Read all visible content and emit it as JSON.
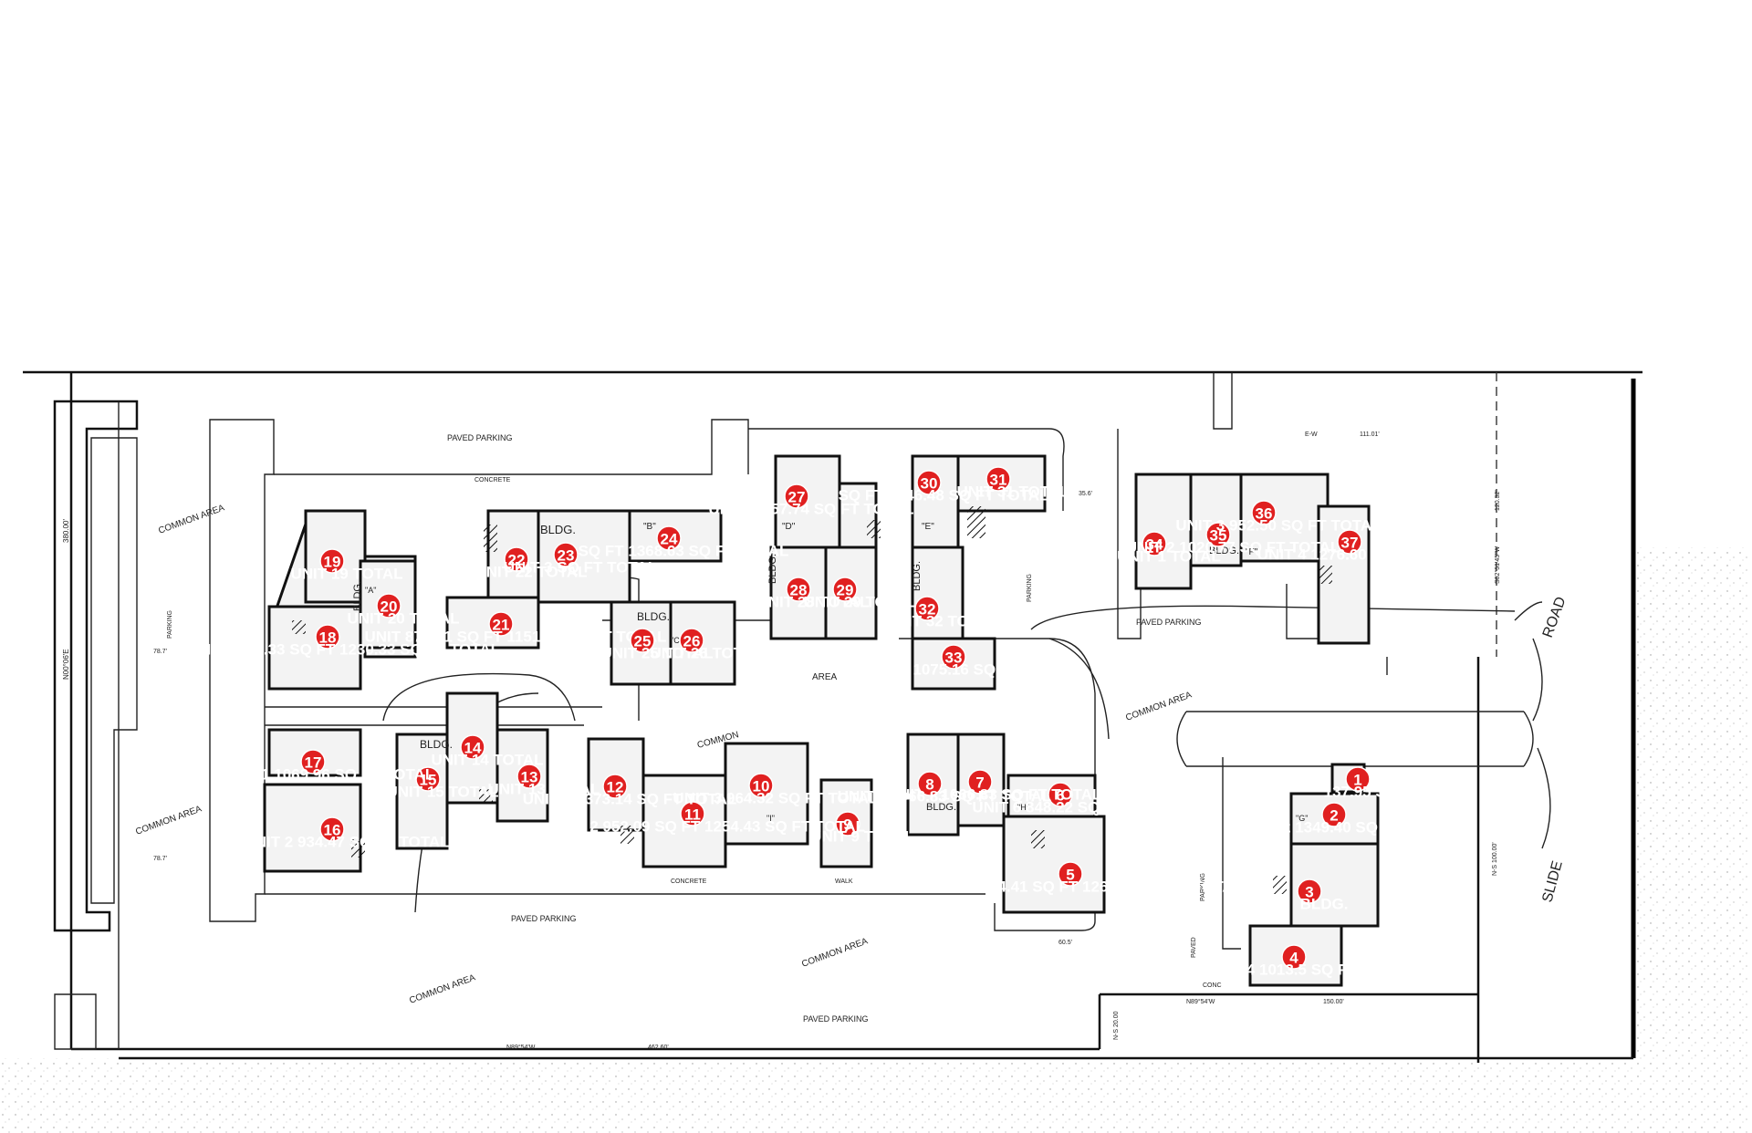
{
  "labels": {
    "paved_parking": "PAVED PARKING",
    "common_area": "COMMON AREA",
    "common": "COMMON",
    "area": "AREA",
    "concrete": "CONCRETE",
    "walk": "WALK",
    "conc": "CONC",
    "parking": "PARKING",
    "paved": "PAVED",
    "bldg": "BLDG.",
    "road": "ROAD",
    "slide": "SLIDE",
    "bldg_b": "\"B\"",
    "bldg_c": "\"C\"",
    "bldg_d": "\"D\"",
    "bldg_e": "\"E\"",
    "bldg_f": "\"F\"",
    "bldg_a": "\"A\"",
    "bldg_g": "\"G\"",
    "bldg_h": "\"H\"",
    "bldg_i": "\"I\""
  },
  "dimensions": {
    "bottom_bearing": "N89°54'W",
    "bottom_length": "462.60'",
    "right_bearing": "N89°54'W",
    "right_length": "150.00'",
    "top_ew": "E-W",
    "top_ew_len": "111.01'",
    "left_len": "380.00'",
    "left_bearing": "N00°06'E",
    "ns_20": "N-S 20.00",
    "ns_100": "N-S 100.00'",
    "road_bearing": "S02°51'45\"W",
    "road_len": "120.32'",
    "dim_787": "78.7'",
    "dim_787b": "78.7'",
    "dim_605": "60.5'",
    "dim_356": "35.6'"
  },
  "units": [
    {
      "n": "1",
      "text": "137.95 SQ FT"
    },
    {
      "n": "2",
      "text": "UNIT 2 1349.40 SQ FT TOTAL"
    },
    {
      "n": "3",
      "text": "BLDG."
    },
    {
      "n": "4",
      "text": "UNIT 4 1013.5 SQ FT TOTAL"
    },
    {
      "n": "5",
      "text": "UNIT 5 954.41 SQ FT 1267.00 SQ FT TOTAL"
    },
    {
      "n": "6",
      "text": "UNIT 6 848.22 SQ FT TOTAL"
    },
    {
      "n": "7",
      "text": "UNIT 7 1066.83 SQ FT TOTAL"
    },
    {
      "n": "8",
      "text": "UNIT 8 1066.83 SQ FT TOTAL"
    },
    {
      "n": "9",
      "text": "UNIT 9 TOTAL"
    },
    {
      "n": "10",
      "text": "UNIT 3 964.32 SQ FT TOTAL"
    },
    {
      "n": "11",
      "text": "UNIT 2 952.09 SQ FT 1254.43 SQ FT TOTAL"
    },
    {
      "n": "12",
      "text": "UNIT 1 1373.14 SQ FT TOTAL"
    },
    {
      "n": "13",
      "text": "UNIT 13 TOTAL"
    },
    {
      "n": "14",
      "text": "UNIT 14 TOTAL"
    },
    {
      "n": "15",
      "text": "UNIT 15 TOTAL"
    },
    {
      "n": "16",
      "text": "UNIT 2 934.47 SQ FT TOTAL"
    },
    {
      "n": "17",
      "text": "UNIT 1 1069.96 SQ FT TOTAL"
    },
    {
      "n": "18",
      "text": "UNIT 1 964.33 SQ FT 1230.33 SQ FT TOTAL"
    },
    {
      "n": "19",
      "text": "UNIT 19 TOTAL"
    },
    {
      "n": "20",
      "text": "UNIT 20 TOTAL"
    },
    {
      "n": "21",
      "text": "UNIT 874.31 SQ FT 1151.34 SQ FT TOTAL"
    },
    {
      "n": "22",
      "text": "UNIT 22 TOTAL"
    },
    {
      "n": "23",
      "text": "UNIT 3 SQ FT TOTAL"
    },
    {
      "n": "24",
      "text": "SQ FT 1368.63 SQ FT TOTAL"
    },
    {
      "n": "25",
      "text": "UNIT 25 TOTAL"
    },
    {
      "n": "26",
      "text": "UNIT 26 TOTAL"
    },
    {
      "n": "27",
      "text": "UNIT 2 957.74 SQ FT TOTAL"
    },
    {
      "n": "28",
      "text": "UNIT 28 TOTAL"
    },
    {
      "n": "29",
      "text": "UNIT 29 TOTAL"
    },
    {
      "n": "30",
      "text": "SQ FT 1346.48 SQ FT TOTAL"
    },
    {
      "n": "31",
      "text": "UNIT 31 TOTAL"
    },
    {
      "n": "32",
      "text": "UNIT 32 TOTAL"
    },
    {
      "n": "33",
      "text": "SQ FT 1075.16 SQ FT TOTAL"
    },
    {
      "n": "34",
      "text": "UNIT 1 TOTAL"
    },
    {
      "n": "35",
      "text": "UNIT 2 1020.77 SQ FT TOTAL"
    },
    {
      "n": "36",
      "text": "UNIT 3 952.50 SQ FT TOTAL"
    },
    {
      "n": "37",
      "text": "UNIT 4 1276.60 SQ FT TOTAL"
    }
  ],
  "colors": {
    "marker": "#e02020",
    "ink": "#111111",
    "paper": "#ffffff"
  }
}
